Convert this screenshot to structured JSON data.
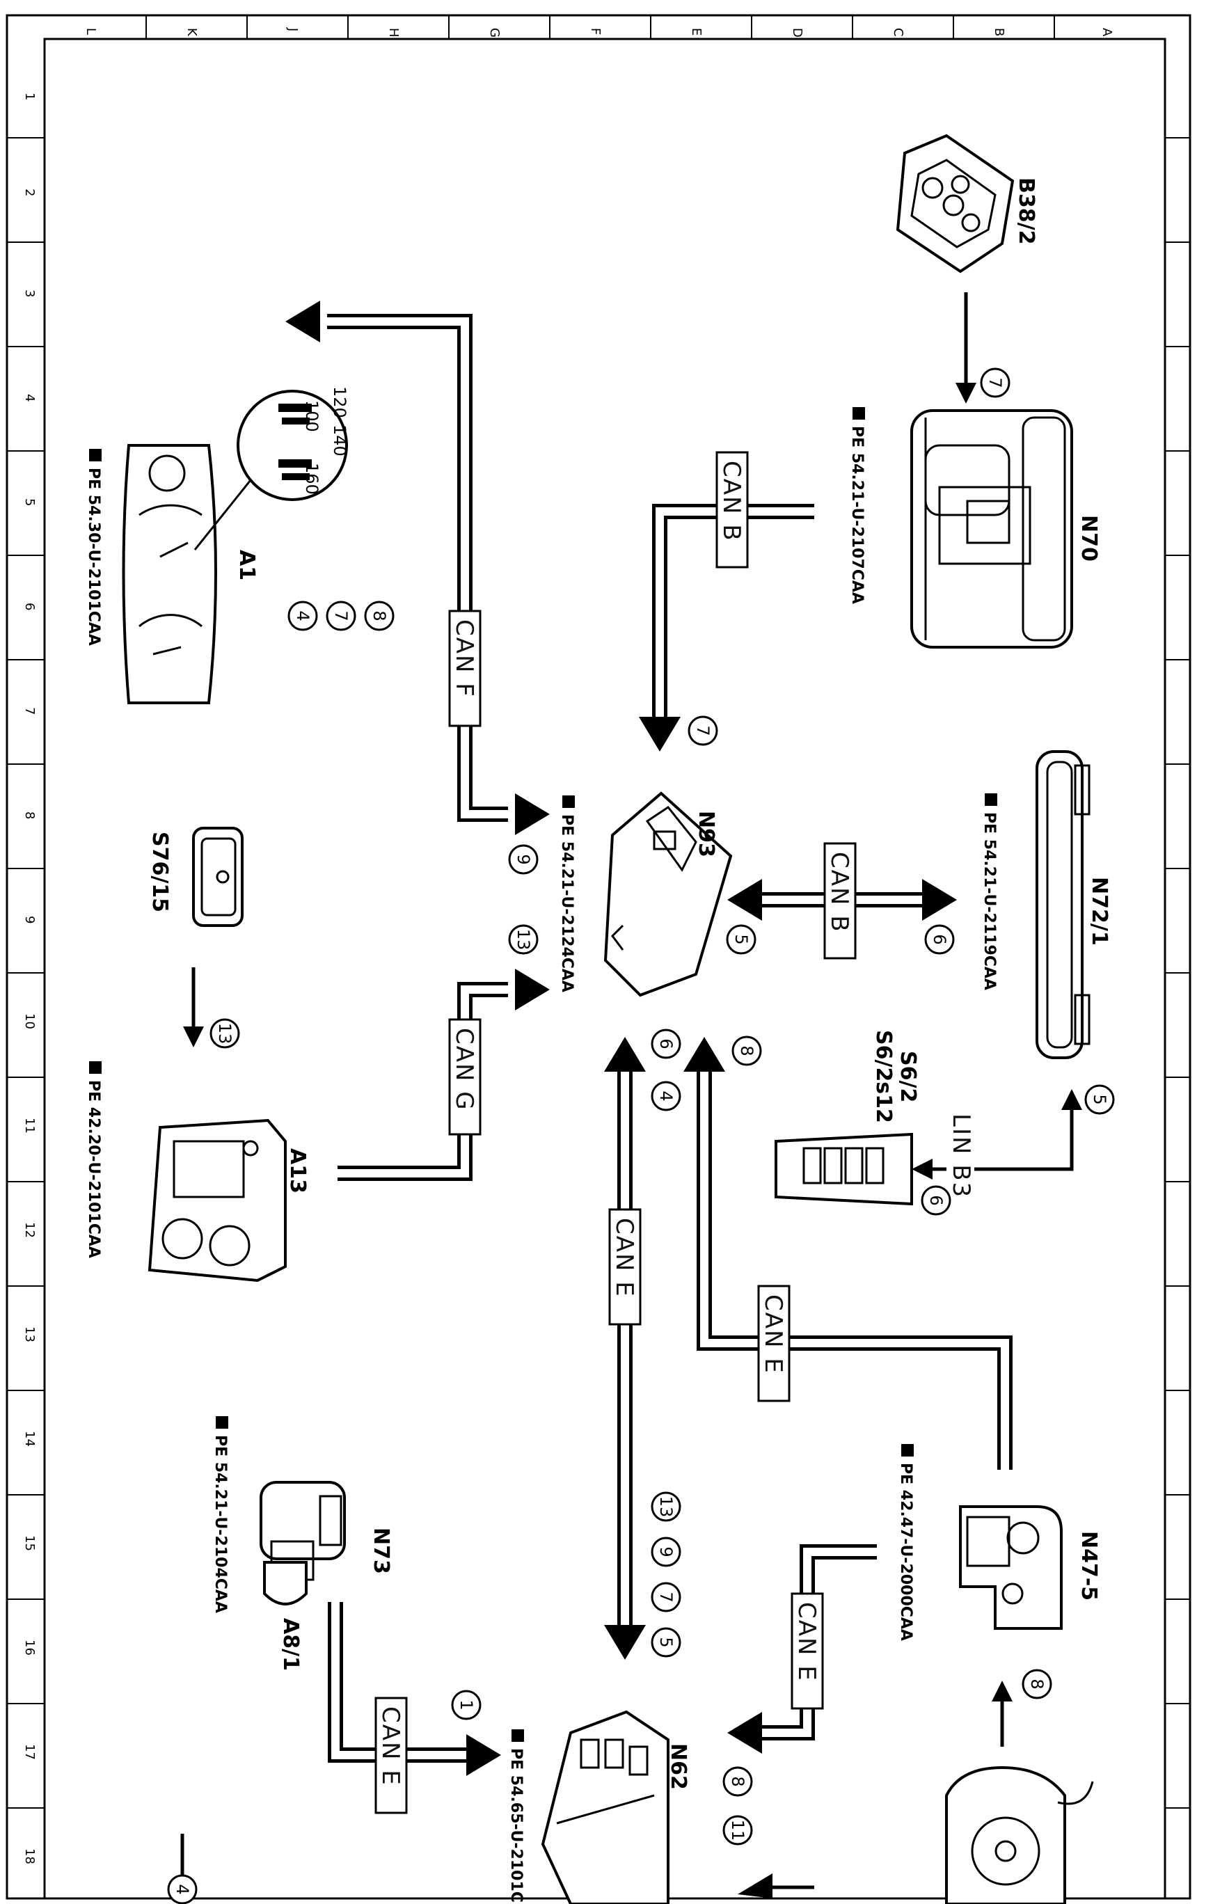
{
  "grid": {
    "top_letters": [
      "L",
      "K",
      "J",
      "H",
      "G",
      "F",
      "E",
      "D",
      "C",
      "B",
      "A"
    ],
    "side_numbers": [
      "1",
      "2",
      "3",
      "4",
      "5",
      "6",
      "7",
      "8",
      "9",
      "10",
      "11",
      "12",
      "13",
      "14",
      "15",
      "16",
      "17",
      "18"
    ]
  },
  "components": {
    "b38_2": "B38/2",
    "n70": "N70",
    "a1": "A1",
    "n93": "N93",
    "n72_1": "N72/1",
    "s76_15": "S76/15",
    "s6_2": "S6/2",
    "s6_2s12": "S6/2s12",
    "a13": "A13",
    "n47_5": "N47-5",
    "n73": "N73",
    "a8_1": "A8/1",
    "n62": "N62"
  },
  "refs": {
    "n70": "PE 54.21-U-2107CAA",
    "a1": "PE 54.30-U-2101CAA",
    "n93": "PE 54.21-U-2124CAA",
    "n72_1": "PE 54.21-U-2119CAA",
    "a13": "PE 42.20-U-2101CAA",
    "n47_5": "PE 42.47-U-2000CAA",
    "n73": "PE 54.21-U-2104CAA",
    "n62": "PE 54.65-U-2101C"
  },
  "buses": {
    "can_b_top": "CAN B",
    "can_f": "CAN F",
    "can_b_mid": "CAN B",
    "can_g": "CAN G",
    "lin_b3": "LIN B3",
    "can_e_center": "CAN E",
    "can_e_right": "CAN E",
    "can_e_lower_right": "CAN E",
    "can_e_left": "CAN E"
  },
  "gauge": {
    "t100": "100",
    "t120": "120",
    "t140": "140",
    "t160": "160"
  },
  "circled": {
    "b38_to_n70": "7",
    "a1_8": "8",
    "a1_7": "7",
    "a1_4": "4",
    "n93_in_7": "7",
    "n93_9": "9",
    "n93_13": "13",
    "n93_5": "5",
    "n72_6": "6",
    "s76_13": "13",
    "n93_6": "6",
    "n93_4": "4",
    "n93_8": "8",
    "n72_5": "5",
    "s6_6": "6",
    "n62_13": "13",
    "n62_9": "9",
    "n62_7": "7",
    "n62_5": "5",
    "n62_1": "1",
    "n47_8": "8",
    "n62_8": "8",
    "n62_11": "11",
    "bottom_4": "4"
  }
}
